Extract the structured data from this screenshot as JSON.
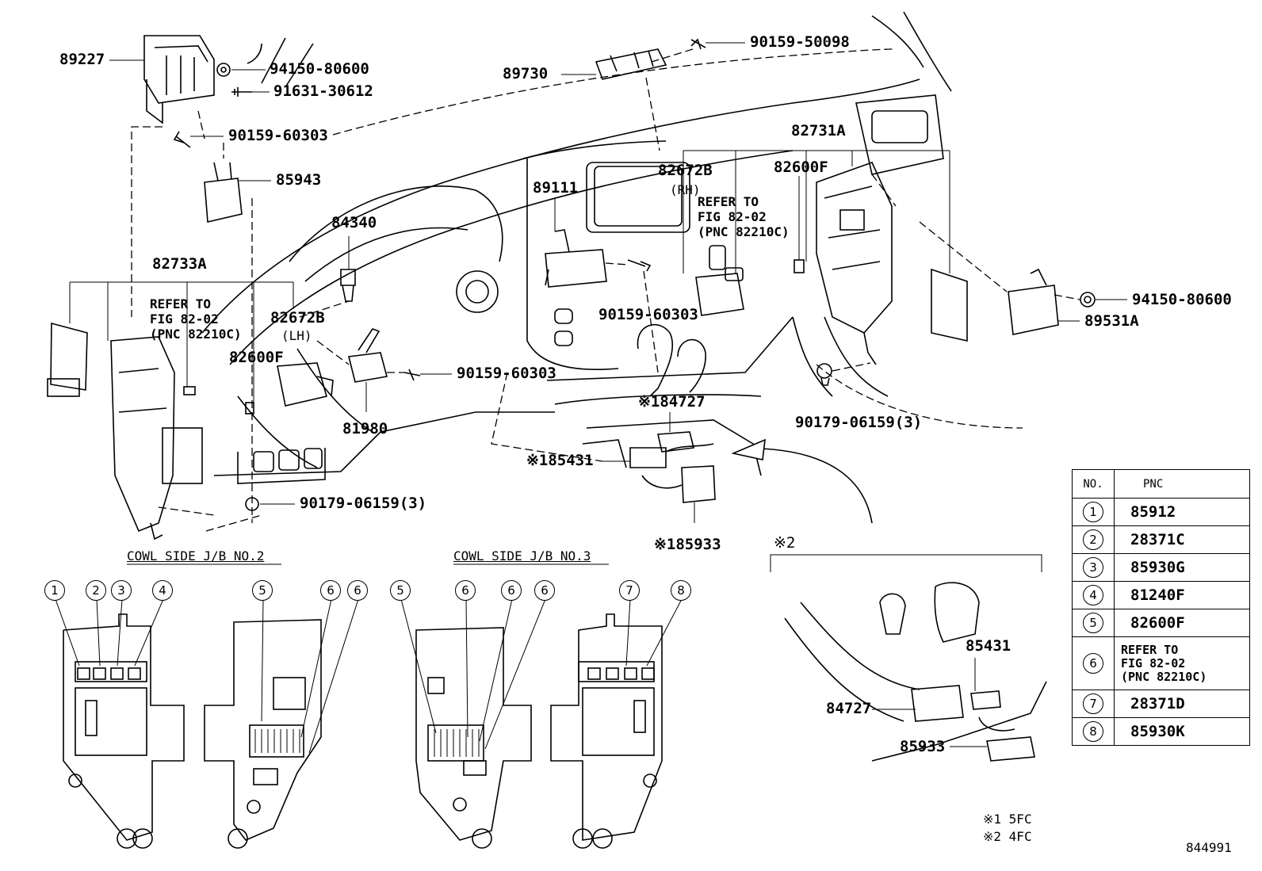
{
  "parts": {
    "p89227": "89227",
    "p94150_top": "94150-80600",
    "p91631": "91631-30612",
    "p90159_603_a": "90159-60303",
    "p85943": "85943",
    "p89730": "89730",
    "p90159_500": "90159-50098",
    "p82731A": "82731A",
    "p82672B_rh": "82672B",
    "rh": "(RH)",
    "p82600F_r": "82600F",
    "p89111": "89111",
    "p84340": "84340",
    "p82733A": "82733A",
    "p82672B_lh": "82672B",
    "lh": "(LH)",
    "p82600F_l": "82600F",
    "p90159_603_b": "90159-60303",
    "p90159_603_c": "90159-60303",
    "p81980": "81980",
    "p84727": "84727",
    "p85431": "85431",
    "p85933": "85933",
    "p90179_right": "90179-06159(3)",
    "p90179_left": "90179-06159(3)",
    "p94150_right": "94150-80600",
    "p89531A": "89531A",
    "p85431_inset": "85431",
    "p84727_inset": "84727",
    "p85933_inset": "85933"
  },
  "marks": {
    "m1_84727": "※1",
    "m1_85431": "※1",
    "m1_85933": "※1",
    "m2_inset": "※2"
  },
  "refer": {
    "right": "REFER TO\nFIG 82-02\n(PNC 82210C)",
    "left": "REFER TO\nFIG 82-02\n(PNC 82210C)"
  },
  "jb": {
    "no2": "COWL SIDE J/B NO.2",
    "no3": "COWL SIDE J/B NO.3"
  },
  "callouts": [
    "1",
    "2",
    "3",
    "4",
    "5",
    "6",
    "6",
    "5",
    "6",
    "6",
    "6",
    "7",
    "8"
  ],
  "pnc_table": {
    "head_no": "NO.",
    "head_pnc": "PNC",
    "rows": [
      {
        "no": "1",
        "pnc": "85912"
      },
      {
        "no": "2",
        "pnc": "28371C"
      },
      {
        "no": "3",
        "pnc": "85930G"
      },
      {
        "no": "4",
        "pnc": "81240F"
      },
      {
        "no": "5",
        "pnc": "82600F"
      },
      {
        "no": "6",
        "pnc": "REFER TO\nFIG 82-02\n(PNC 82210C)"
      },
      {
        "no": "7",
        "pnc": "28371D"
      },
      {
        "no": "8",
        "pnc": "85930K"
      }
    ]
  },
  "notes": {
    "n1": "※1 5FC",
    "n2": "※2 4FC",
    "fig_code": "844991"
  }
}
